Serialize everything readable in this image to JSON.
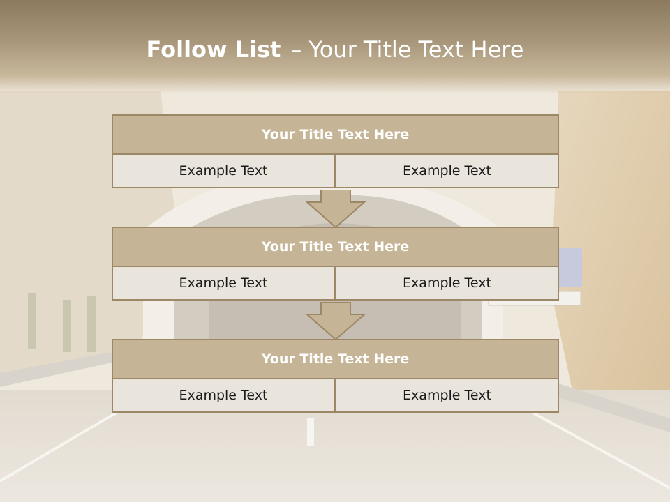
{
  "slide": {
    "title_strong": "Follow List",
    "title_sep": "–",
    "title_rest": "Your Title Text Here"
  },
  "blocks": [
    {
      "title": "Your Title Text Here",
      "left": "Example Text",
      "right": "Example Text"
    },
    {
      "title": "Your Title Text Here",
      "left": "Example Text",
      "right": "Example Text"
    },
    {
      "title": "Your Title Text Here",
      "left": "Example Text",
      "right": "Example Text"
    }
  ],
  "colors": {
    "header_fill": "#c6b496",
    "border": "#9c8866",
    "cell_fill": "#e9e4dc",
    "arrow_fill": "#c6b496"
  }
}
